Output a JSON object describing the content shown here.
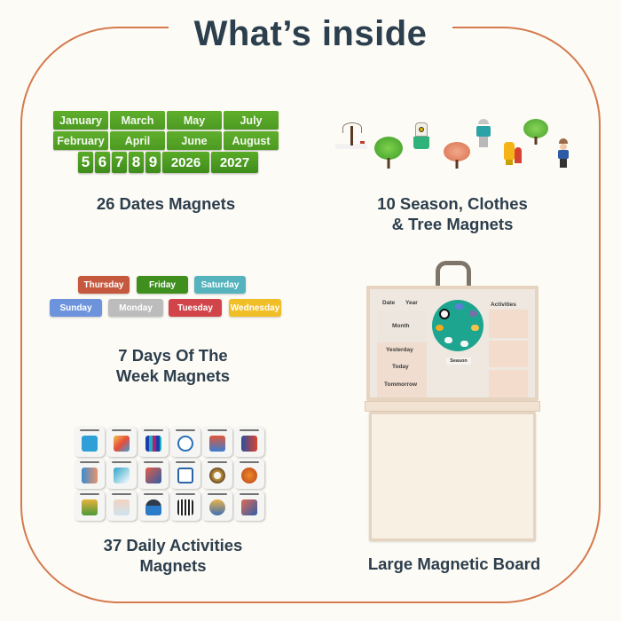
{
  "header": {
    "title": "What’s inside"
  },
  "colors": {
    "frame": "#d47a4f",
    "title": "#2b3f4e",
    "month_green": "#4d9a22",
    "background": "#fdfbf5"
  },
  "sections": {
    "dates": {
      "caption": "26 Dates Magnets",
      "months": [
        [
          "January",
          "March",
          "May",
          "July"
        ],
        [
          "February",
          "April",
          "June",
          "August"
        ]
      ],
      "numbers": [
        "5",
        "6",
        "7",
        "8",
        "9"
      ],
      "years": [
        "2026",
        "2027"
      ]
    },
    "seasons": {
      "caption_line1": "10 Season, Clothes",
      "caption_line2": "& Tree Magnets",
      "items": [
        "winter-tree",
        "green-tree",
        "dress",
        "autumn-tree",
        "winter-clothes",
        "raincoat",
        "summer-tree",
        "boy"
      ]
    },
    "days": {
      "caption_line1": "7 Days Of The",
      "caption_line2": "Week Magnets",
      "items": [
        {
          "label": "Thursday",
          "color": "#c5593f"
        },
        {
          "label": "Friday",
          "color": "#3f8f1e"
        },
        {
          "label": "Saturday",
          "color": "#55b3bd"
        },
        {
          "label": "Sunday",
          "color": "#6d93dc"
        },
        {
          "label": "Monday",
          "color": "#bcbcbc"
        },
        {
          "label": "Tuesday",
          "color": "#d1454a"
        },
        {
          "label": "Wednesday",
          "color": "#f0be27"
        }
      ]
    },
    "activities": {
      "caption_line1": "37 Daily Activities",
      "caption_line2": "Magnets",
      "count_shown": 18
    },
    "board": {
      "caption": "Large Magnetic Board",
      "labels": {
        "date": "Date",
        "year": "Year",
        "month": "Month",
        "yesterday": "Yesterday",
        "today": "Today",
        "tomorrow": "Tommorrow",
        "season": "Season",
        "activities": "Activities"
      }
    }
  }
}
